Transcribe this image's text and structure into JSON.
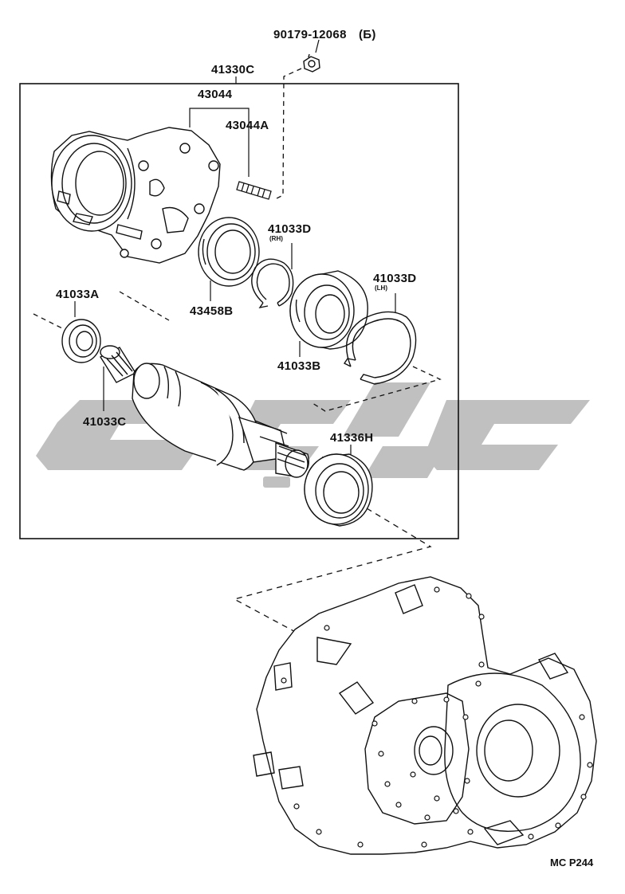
{
  "diagram": {
    "parts": {
      "bolt": {
        "number": "90179-12068",
        "note": "(Б)"
      },
      "shaft_assy": {
        "number": "41330C"
      },
      "case": {
        "number": "43044"
      },
      "stud": {
        "number": "43044A"
      },
      "snap_ring_rh": {
        "number": "41033D",
        "side": "(RH)"
      },
      "snap_ring_lh": {
        "number": "41033D",
        "side": "(LH)"
      },
      "oil_seal_case": {
        "number": "43458B"
      },
      "bearing": {
        "number": "41033B"
      },
      "oil_seal_small": {
        "number": "41033A"
      },
      "needle_bearing": {
        "number": "41033C"
      },
      "oil_seal_shaft": {
        "number": "41336H"
      }
    },
    "reference_code": "MC P244"
  },
  "colors": {
    "line": "#111111",
    "watermark": "#bdbdbd",
    "background": "#ffffff"
  }
}
